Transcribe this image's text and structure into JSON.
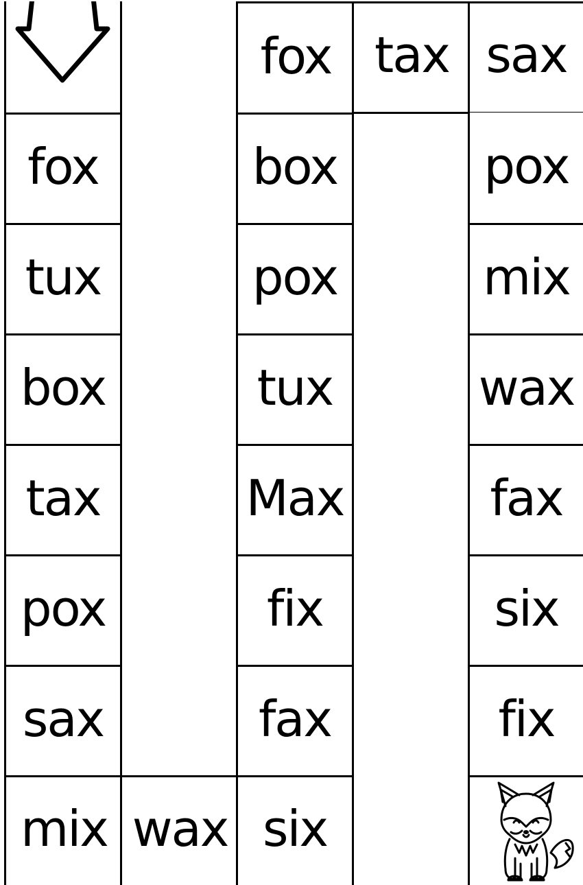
{
  "board": {
    "start_icon": "down-arrow-icon",
    "finish_icon": "fox-icon",
    "column1": [
      "fox",
      "tux",
      "box",
      "tax",
      "pox",
      "sax",
      "mix"
    ],
    "connector": "wax",
    "column3": [
      "fox",
      "box",
      "pox",
      "tux",
      "Max",
      "fix",
      "fax",
      "six"
    ],
    "top_row": [
      "tax",
      "sax"
    ],
    "column5": [
      "pox",
      "mix",
      "wax",
      "fax",
      "six",
      "fix"
    ]
  }
}
